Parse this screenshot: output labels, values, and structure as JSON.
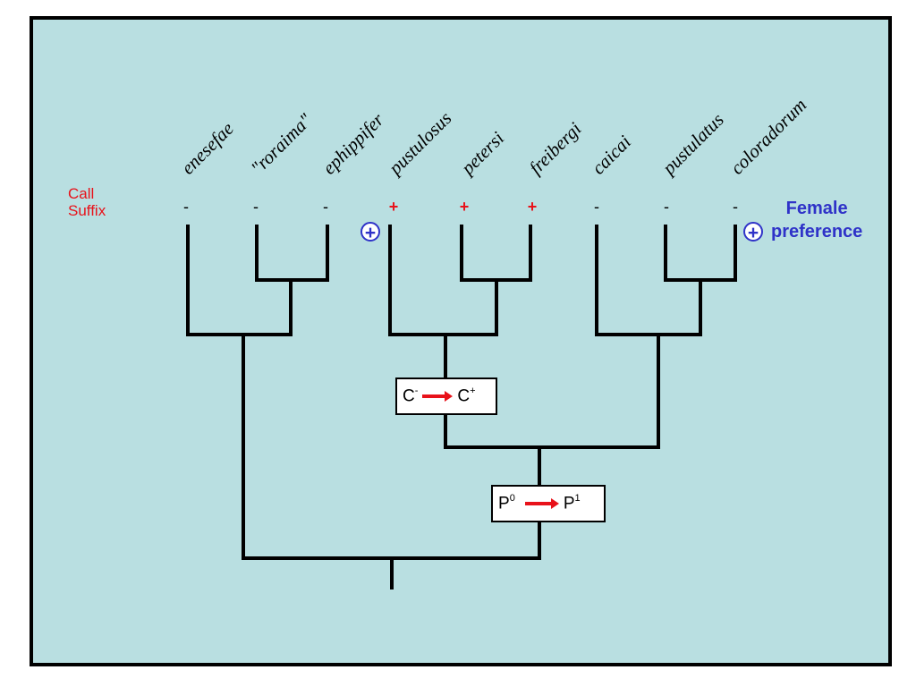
{
  "species": [
    {
      "name": "enesefae",
      "state": "-"
    },
    {
      "name": "\"roraima\"",
      "state": "-"
    },
    {
      "name": "ephippifer",
      "state": "-"
    },
    {
      "name": "pustulosus",
      "state": "+"
    },
    {
      "name": "petersi",
      "state": "+"
    },
    {
      "name": "freibergi",
      "state": "+"
    },
    {
      "name": "caicai",
      "state": "-"
    },
    {
      "name": "pustulatus",
      "state": "-"
    },
    {
      "name": "coloradorum",
      "state": "-"
    }
  ],
  "labels": {
    "call_suffix_line1": "Call",
    "call_suffix_line2": "Suffix",
    "female_line1": "Female",
    "female_line2": "preference",
    "pref_symbol": "+"
  },
  "transitions": {
    "call": {
      "from_base": "C",
      "from_sup": "-",
      "to_base": "C",
      "to_sup": "+"
    },
    "preference": {
      "from_base": "P",
      "from_sup": "0",
      "to_base": "P",
      "to_sup": "1"
    }
  },
  "colors": {
    "background": "#b9dfe1",
    "call_red": "#e8121a",
    "preference_blue": "#2f32c8"
  }
}
